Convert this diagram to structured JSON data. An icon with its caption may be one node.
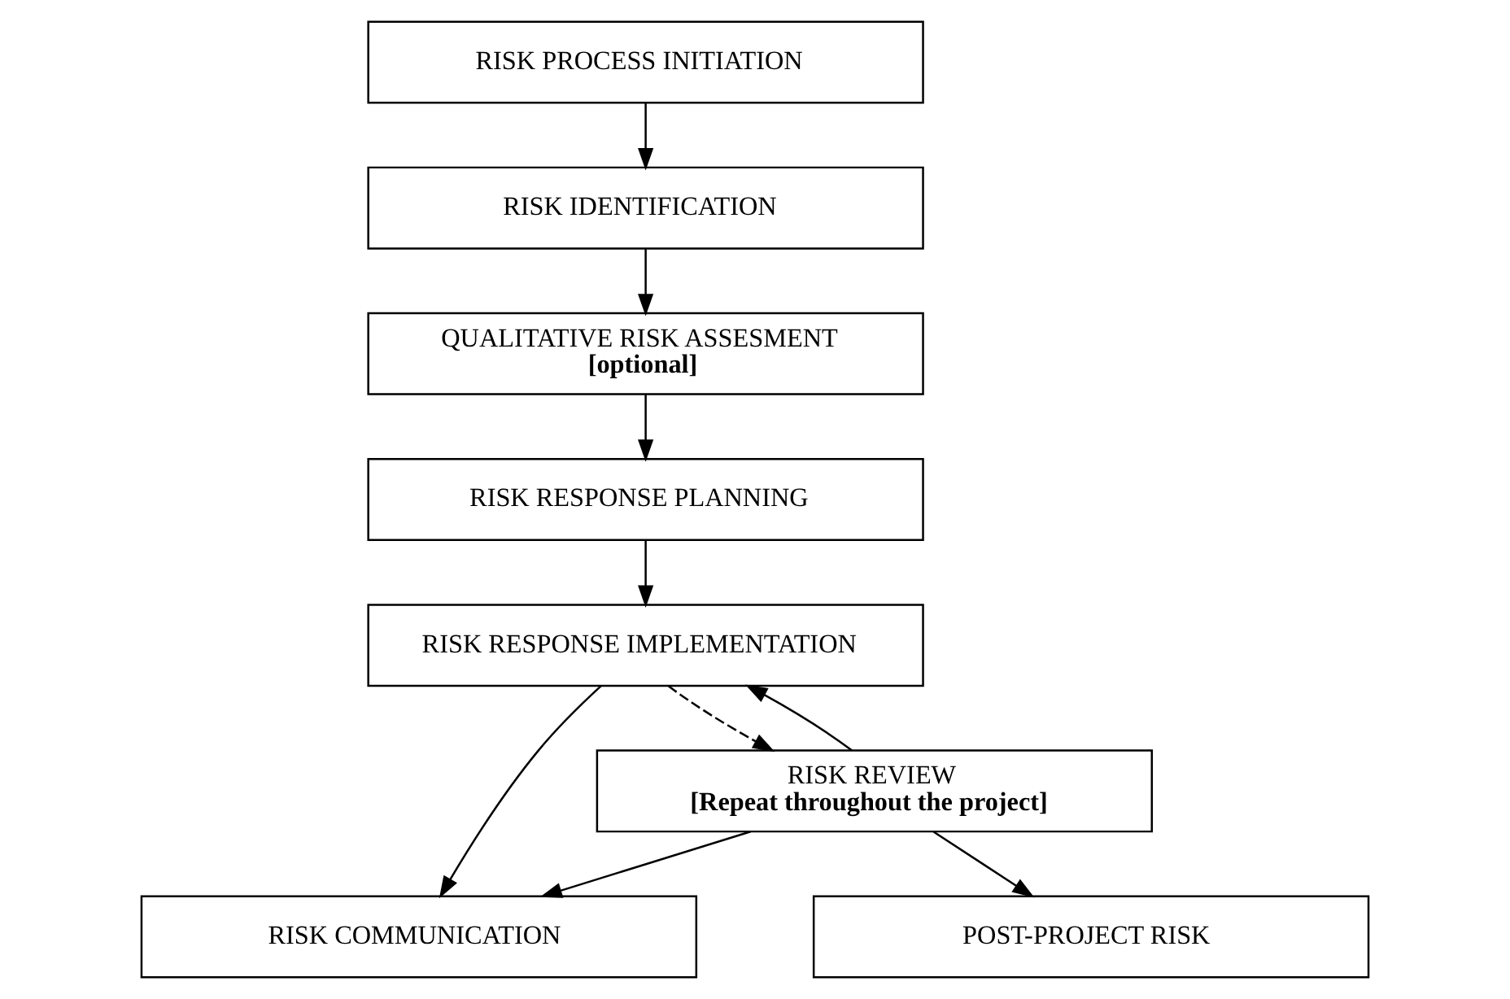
{
  "diagram": {
    "nodes": [
      {
        "text": [
          "RISK PROCESS INITIATION"
        ]
      },
      {
        "text": [
          "RISK IDENTIFICATION"
        ]
      },
      {
        "text": [
          "QUALITATIVE RISK ASSESMENT",
          "[optional]"
        ]
      },
      {
        "text": [
          "RISK RESPONSE PLANNING"
        ]
      },
      {
        "text": [
          "RISK RESPONSE IMPLEMENTATION"
        ]
      },
      {
        "text": [
          "RISK REVIEW",
          "[Repeat throughout the project]"
        ]
      },
      {
        "text": [
          "RISK COMMUNICATION"
        ]
      },
      {
        "text": [
          "POST-PROJECT RISK"
        ]
      }
    ],
    "edges": [
      {
        "from": 0,
        "to": 1,
        "arrow": "to"
      },
      {
        "from": 1,
        "to": 2,
        "arrow": "to"
      },
      {
        "from": 2,
        "to": 3,
        "arrow": "to"
      },
      {
        "from": 3,
        "to": 4,
        "arrow": "to"
      },
      {
        "from": 4,
        "to": 5,
        "arrow": "to",
        "style": "dashed"
      },
      {
        "from": 5,
        "to": 4,
        "arrow": "to"
      },
      {
        "from": 4,
        "to": 6,
        "arrow": "to"
      },
      {
        "from": 5,
        "to": 6,
        "arrow": "to"
      },
      {
        "from": 5,
        "to": 7,
        "arrow": "to"
      }
    ]
  }
}
